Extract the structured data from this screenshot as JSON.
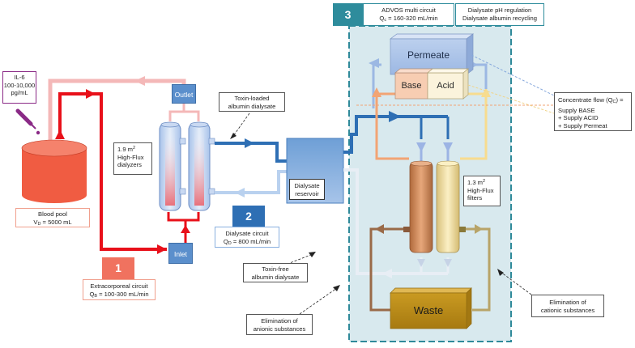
{
  "advos": {
    "number": "3",
    "title": "ADVOS multi circuit",
    "flow_prefix": "Q",
    "flow_sub": "c",
    "flow_value": " = 160-320 mL/min",
    "regulation_line1": "Dialysate pH regulation",
    "regulation_line2": "Dialysate albumin recycling"
  },
  "il6": {
    "line1": "IL-6",
    "line2": "100-10,000",
    "line3": "pg/mL"
  },
  "blood_pool": {
    "title": "Blood pool",
    "vol_prefix": "V",
    "vol_sub": "D",
    "vol_value": " = 5000 mL"
  },
  "dialyzers": {
    "line1_prefix": "1.9 m",
    "line1_sup": "2",
    "line2": "High-Flux",
    "line3": "dialyzers"
  },
  "outlet_label": "Outlet",
  "inlet_label": "Inlet",
  "extracorporeal": {
    "number": "1",
    "title": "Extracorporeal circuit",
    "flow_prefix": "Q",
    "flow_sub": "B",
    "flow_value": " = 100-300 mL/min"
  },
  "toxin_loaded": {
    "line1": "Toxin-loaded",
    "line2": "albumin dialysate"
  },
  "reservoir": {
    "line1": "Dialysate",
    "line2": "reservoir"
  },
  "dialysate_circuit": {
    "number": "2",
    "title": "Dialysate circuit",
    "flow_prefix": "Q",
    "flow_sub": "D",
    "flow_value": " = 800 mL/min"
  },
  "toxin_free": {
    "line1": "Toxin-free",
    "line2": "albumin dialysate"
  },
  "permeate_label": "Permeate",
  "base_label": "Base",
  "acid_label": "Acid",
  "filters": {
    "line1_prefix": "1.3 m",
    "line1_sup": "2",
    "line2": "High-Flux",
    "line3": "filters"
  },
  "waste_label": "Waste",
  "concentrate": {
    "line1_prefix": "Concentrate flow (Q",
    "line1_sub": "C",
    "line1_suffix": ") =",
    "line2": "Supply BASE",
    "line3": "+ Supply ACID",
    "line4": "+ Supply Permeat"
  },
  "anionic": {
    "line1": "Elimination of",
    "line2": "anionic substances"
  },
  "cationic": {
    "line1": "Elimination of",
    "line2": "cationic substances"
  },
  "colors": {
    "blood_red": "#e8101a",
    "blood_pink": "#f4b8b8",
    "dialysate_blue": "#2e6fb4",
    "dialysate_light": "#b9d1ef",
    "panel_bg": "#d8e9ee",
    "panel_border": "#2f8a9a",
    "orange": "#f2a474",
    "yellow": "#f7dc8f",
    "waste": "#c9961b",
    "badge_red": "#f0725f",
    "badge_blue": "#2e6fb4",
    "badge_teal": "#2e8c9c"
  }
}
